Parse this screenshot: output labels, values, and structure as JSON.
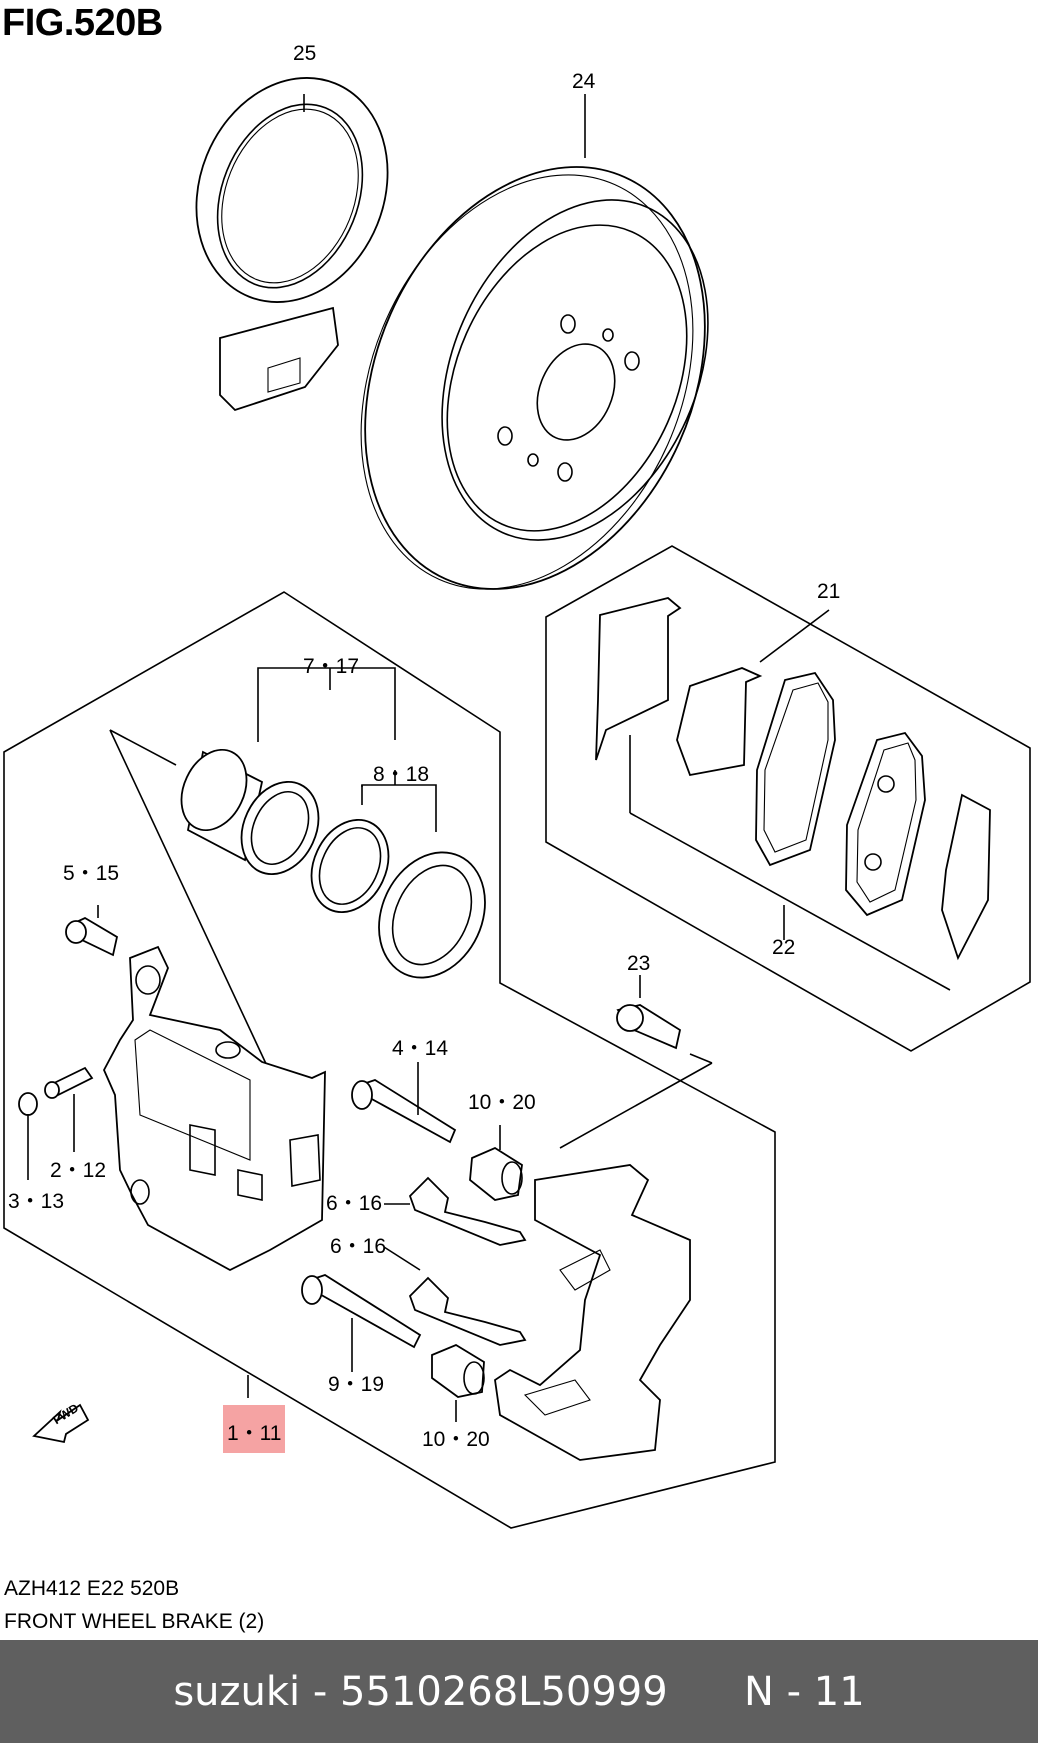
{
  "figure": {
    "title": "FIG.520B",
    "callouts": {
      "c25": "25",
      "c24": "24",
      "c21": "21",
      "c22": "22",
      "c7_17": "7・17",
      "c8_18": "8・18",
      "c5_15": "5・15",
      "c23": "23",
      "c4_14": "4・14",
      "c10_20a": "10・20",
      "c2_12": "2・12",
      "c3_13": "3・13",
      "c6_16a": "6・16",
      "c6_16b": "6・16",
      "c9_19": "9・19",
      "c10_20b": "10・20",
      "c1_11": "1・11"
    },
    "fwd_label": "FWD",
    "caption_code": "AZH412 E22 520B",
    "caption_name": "FRONT WHEEL BRAKE (2)",
    "highlight_color": "#f5a3a3"
  },
  "footer": {
    "brand": "suzuki",
    "separator": " - ",
    "part_number": "5510268L50999",
    "position": "N - 11",
    "background": "#5f5f5f"
  }
}
